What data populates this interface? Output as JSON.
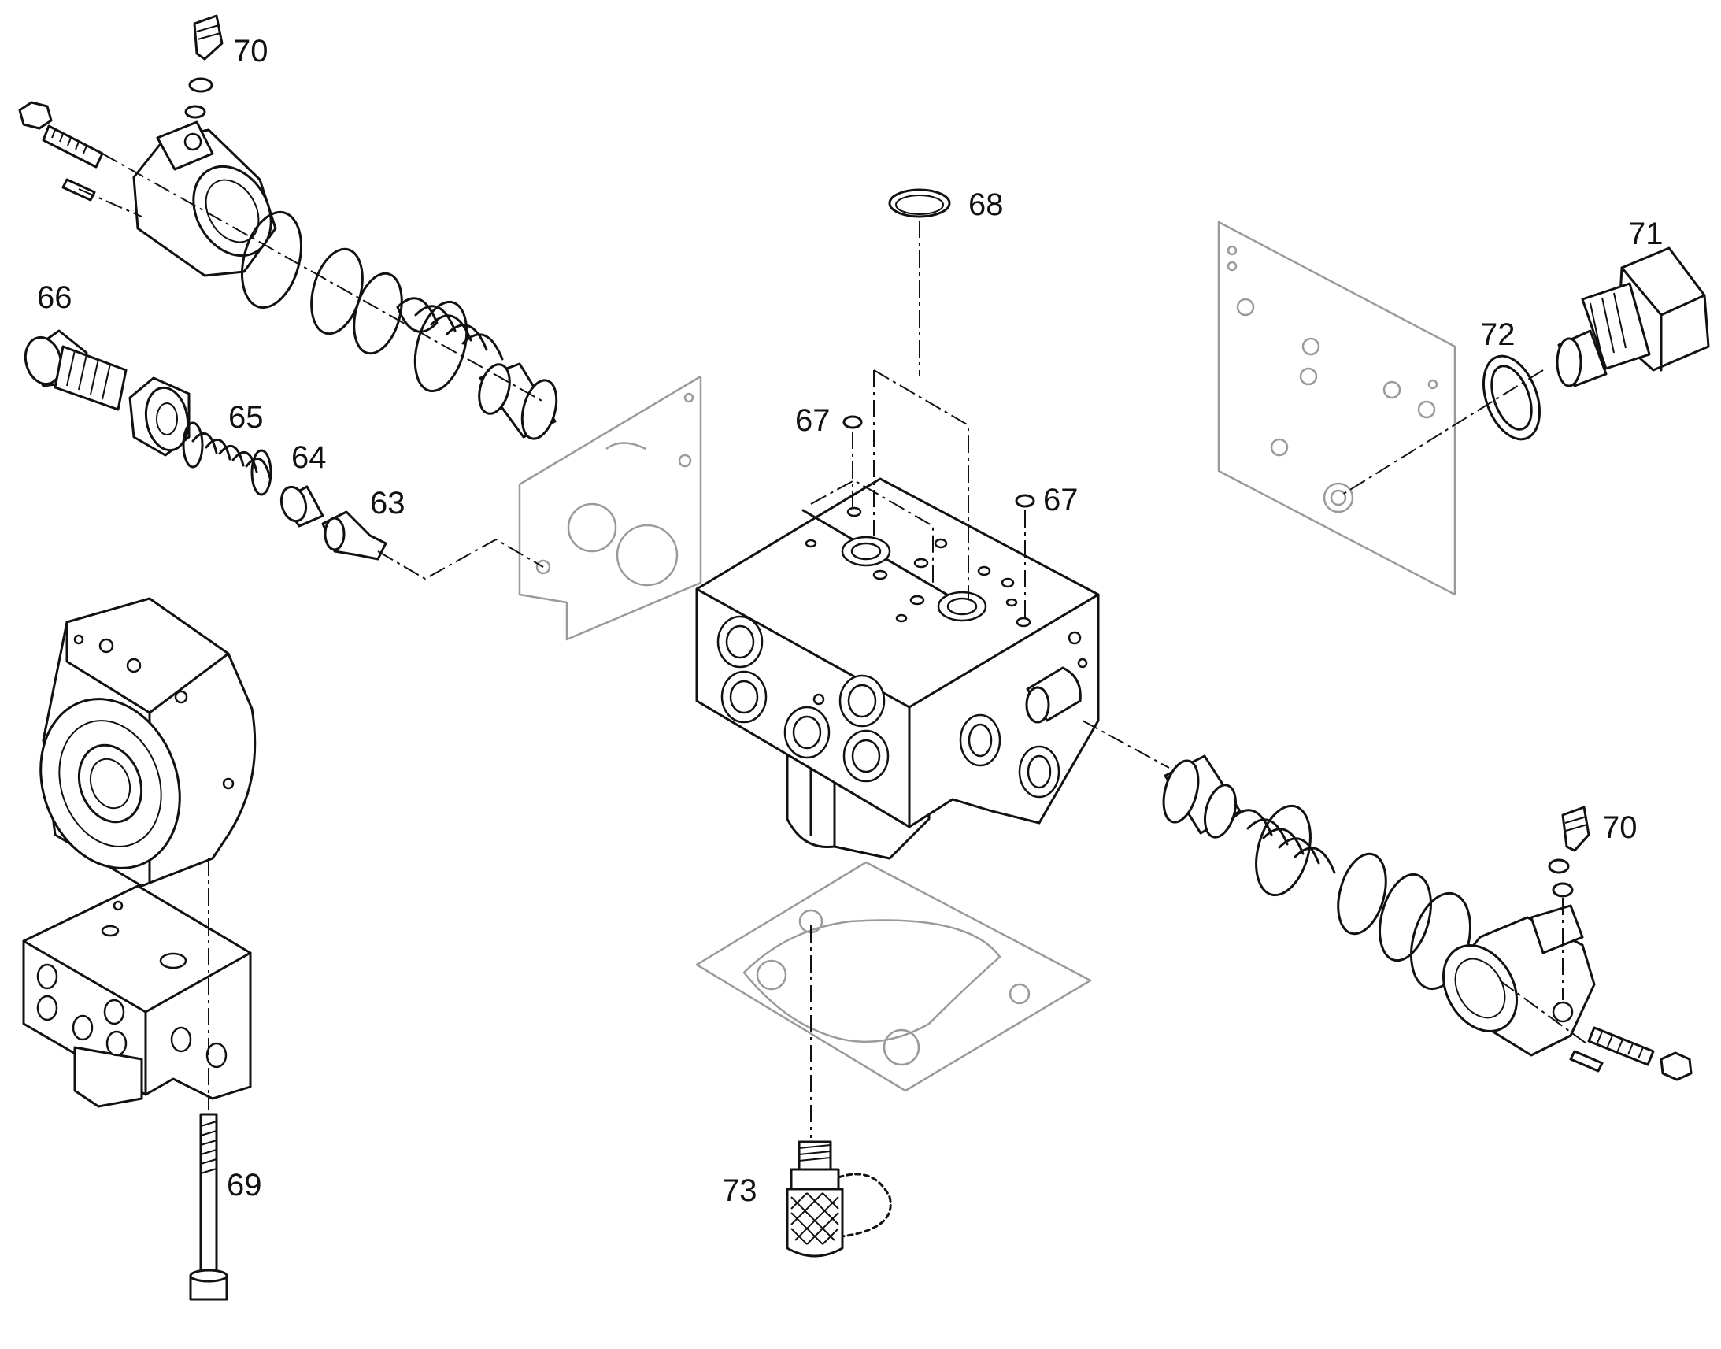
{
  "diagram": {
    "callouts": [
      {
        "id": "c70a",
        "text": "70"
      },
      {
        "id": "c68",
        "text": "68"
      },
      {
        "id": "c71",
        "text": "71"
      },
      {
        "id": "c66",
        "text": "66"
      },
      {
        "id": "c72",
        "text": "72"
      },
      {
        "id": "c65",
        "text": "65"
      },
      {
        "id": "c67a",
        "text": "67"
      },
      {
        "id": "c64",
        "text": "64"
      },
      {
        "id": "c67b",
        "text": "67"
      },
      {
        "id": "c63",
        "text": "63"
      },
      {
        "id": "c70b",
        "text": "70"
      },
      {
        "id": "c69",
        "text": "69"
      },
      {
        "id": "c73",
        "text": "73"
      }
    ]
  }
}
